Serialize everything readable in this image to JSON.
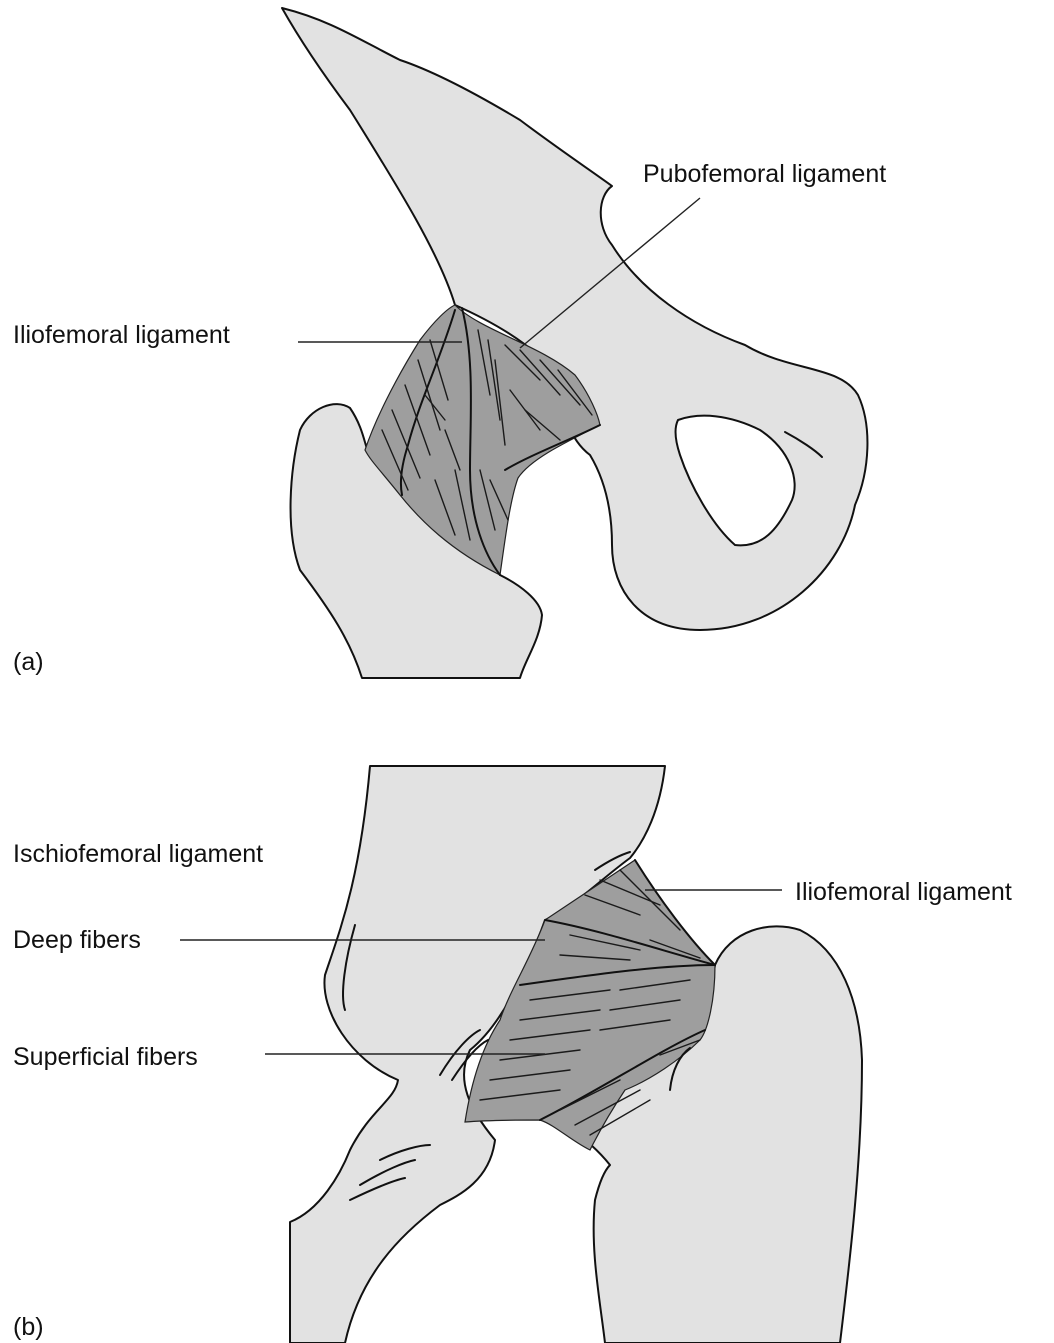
{
  "panel_a": {
    "label": "(a)",
    "labels": {
      "pubofemoral": "Pubofemoral ligament",
      "iliofemoral": "Iliofemoral ligament"
    }
  },
  "panel_b": {
    "label": "(b)",
    "labels": {
      "ischiofemoral": "Ischiofemoral ligament",
      "iliofemoral": "Iliofemoral ligament",
      "deep": "Deep fibers",
      "superficial": "Superficial fibers"
    }
  },
  "colors": {
    "bone": "#e2e2e2",
    "ligament": "#9e9e9e",
    "outline": "#111111",
    "background": "#ffffff"
  }
}
